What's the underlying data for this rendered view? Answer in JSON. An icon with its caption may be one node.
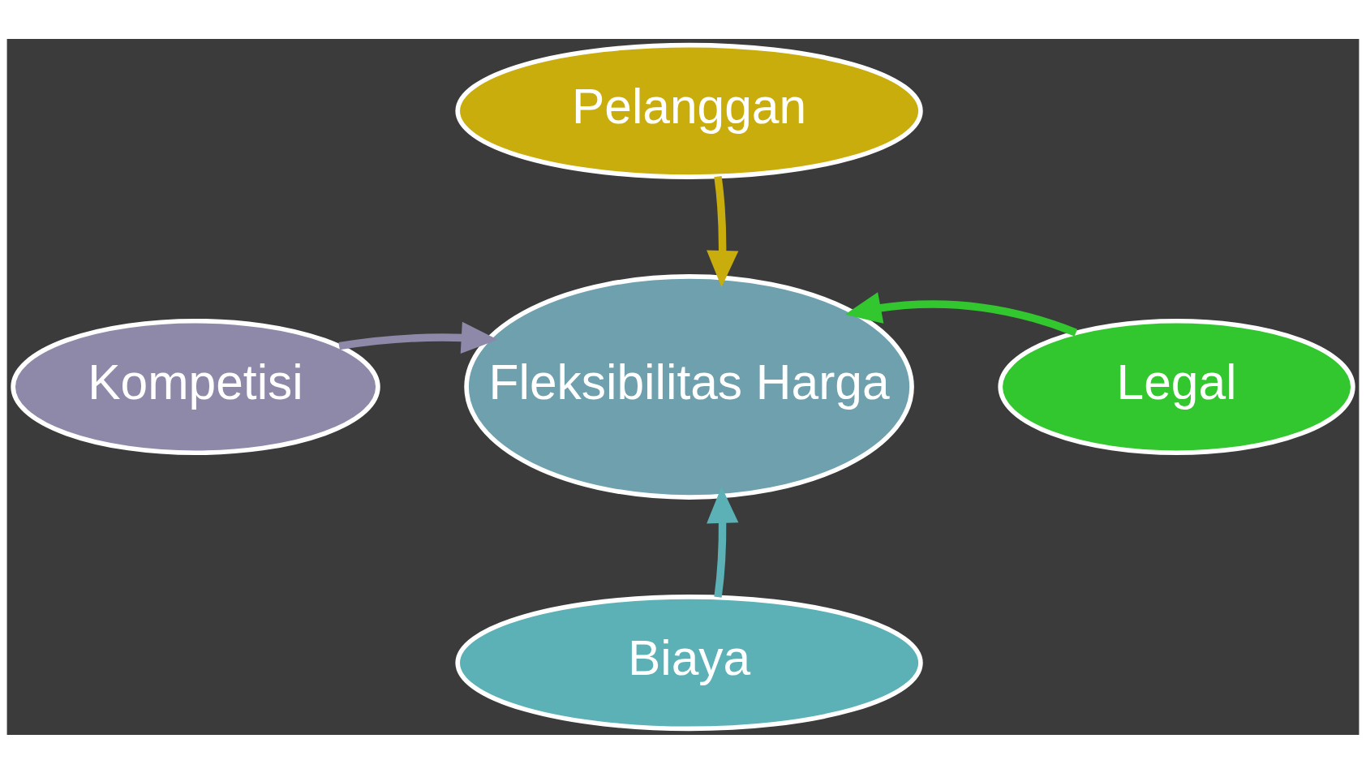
{
  "diagram": {
    "nodes": [
      {
        "text": [
          "Pelanggan"
        ]
      },
      {
        "text": [
          "Kompetisi"
        ]
      },
      {
        "text": [
          "Fleksibilitas Harga"
        ]
      },
      {
        "text": [
          "Legal"
        ]
      },
      {
        "text": [
          "Biaya"
        ]
      }
    ],
    "edges": [
      {
        "from": 0,
        "to": 2,
        "arrow": "to",
        "color": "#c9ad0c"
      },
      {
        "from": 1,
        "to": 2,
        "arrow": "to",
        "color": "#8e89a8"
      },
      {
        "from": 3,
        "to": 2,
        "arrow": "to",
        "color": "#33c72f"
      },
      {
        "from": 4,
        "to": 2,
        "arrow": "to",
        "color": "#5bb1b6"
      }
    ]
  }
}
